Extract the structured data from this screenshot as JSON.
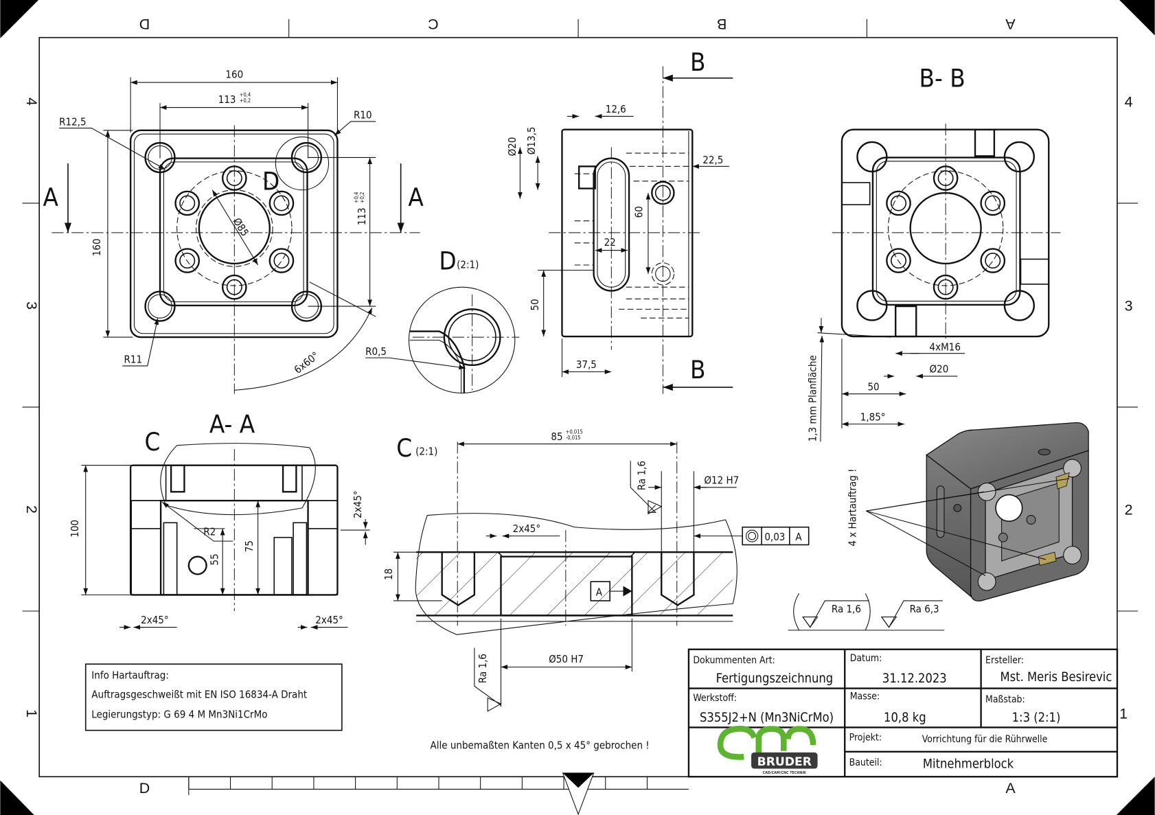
{
  "sheet": {
    "zones_top": [
      "D",
      "C",
      "B",
      "A"
    ],
    "zones_bottom": [
      "D",
      "A"
    ],
    "zones_side": [
      "4",
      "3",
      "2",
      "1"
    ]
  },
  "views": {
    "top_view": {
      "section_marker_left": "A",
      "section_marker_right": "A",
      "detail_marker": "D",
      "dimensions": {
        "width_outer": "160",
        "width_inner": "113",
        "width_inner_tol_upper": "+0,4",
        "width_inner_tol_lower": "+0,2",
        "height_outer": "160",
        "height_inner": "113",
        "height_inner_tol_upper": "+0,4",
        "height_inner_tol_lower": "+0,2",
        "radius_inner_corner": "R12,5",
        "radius_outer_corner": "R10",
        "radius_pocket": "R11",
        "bolt_circle": "Ø85",
        "angular_pattern": "6x60°"
      }
    },
    "side_view": {
      "section_marker_top": "B",
      "section_marker_bottom": "B",
      "dimensions": {
        "d_counterbore": "Ø20",
        "d_hole": "Ø13,5",
        "depth": "12,6",
        "offset_right": "22,5",
        "slot_length": "60",
        "slot_width": "22",
        "height_lower": "50",
        "width_lower": "37,5"
      }
    },
    "detail_d": {
      "label": "D",
      "scale": "(2:1)",
      "radius": "R0,5"
    },
    "section_bb": {
      "title": "B- B",
      "dimensions": {
        "thread": "4xM16",
        "diameter": "Ø20",
        "width": "50",
        "angle": "1,85°",
        "plane_note": "1,3 mm Planfläche"
      }
    },
    "section_aa": {
      "title": "A- A",
      "detail_marker": "C",
      "dimensions": {
        "height": "100",
        "h75": "75",
        "h55": "55",
        "radius": "R2",
        "chamfer_right": "2x45°",
        "chamfer_bottom_left": "2x45°",
        "chamfer_bottom_right": "2x45°"
      }
    },
    "detail_c": {
      "label": "C",
      "scale": "(2:1)",
      "dimensions": {
        "distance": "85",
        "distance_tol_upper": "+0,015",
        "distance_tol_lower": "-0,015",
        "roughness_top": "Ra 1,6",
        "hole": "Ø12 H7",
        "chamfer": "2x45°",
        "height": "18",
        "bore": "Ø50 H7",
        "roughness_bottom": "Ra 1,6"
      },
      "tolerance_frame": {
        "symbol": "concentricity",
        "value": "0,03",
        "datum": "A"
      },
      "datum_label": "A"
    },
    "iso_view": {
      "annotation": "4 x Hartauftrag !",
      "body_color": "#6e6e6e",
      "hardfacing_color": "#b5a25a"
    },
    "surface_finish": {
      "general_in_brackets": "Ra 1,6",
      "general": "Ra 6,3"
    }
  },
  "info_box": {
    "title": "Info Hartauftrag:",
    "line1": "Auftragsgeschweißt mit EN ISO 16834-A Draht",
    "line2": "Legierungstyp: G 69 4 M Mn3Ni1CrMo"
  },
  "general_note": "Alle unbemaßten Kanten 0,5 x 45° gebrochen !",
  "title_block": {
    "doc_type_label": "Dokummenten Art:",
    "doc_type_value": "Fertigungszeichnung",
    "date_label": "Datum:",
    "date_value": "31.12.2023",
    "author_label": "Ersteller:",
    "author_value": "Mst. Meris Besirevic",
    "material_label": "Werkstoff:",
    "material_value": "S355J2+N (Mn3NiCrMo)",
    "mass_label": "Masse:",
    "mass_value": "10,8 kg",
    "scale_label": "Maßstab:",
    "scale_value": "1:3 (2:1)",
    "project_label": "Projekt:",
    "project_value": "Vorrichtung für die Rührwelle",
    "part_label": "Bauteil:",
    "part_value": "Mitnehmerblock",
    "logo": {
      "main": "cnc",
      "brand": "BRUDER",
      "tagline": "CAD/CAM/CNC TECHNIK",
      "green": "#5cb431",
      "dark": "#3a3a3a"
    }
  }
}
